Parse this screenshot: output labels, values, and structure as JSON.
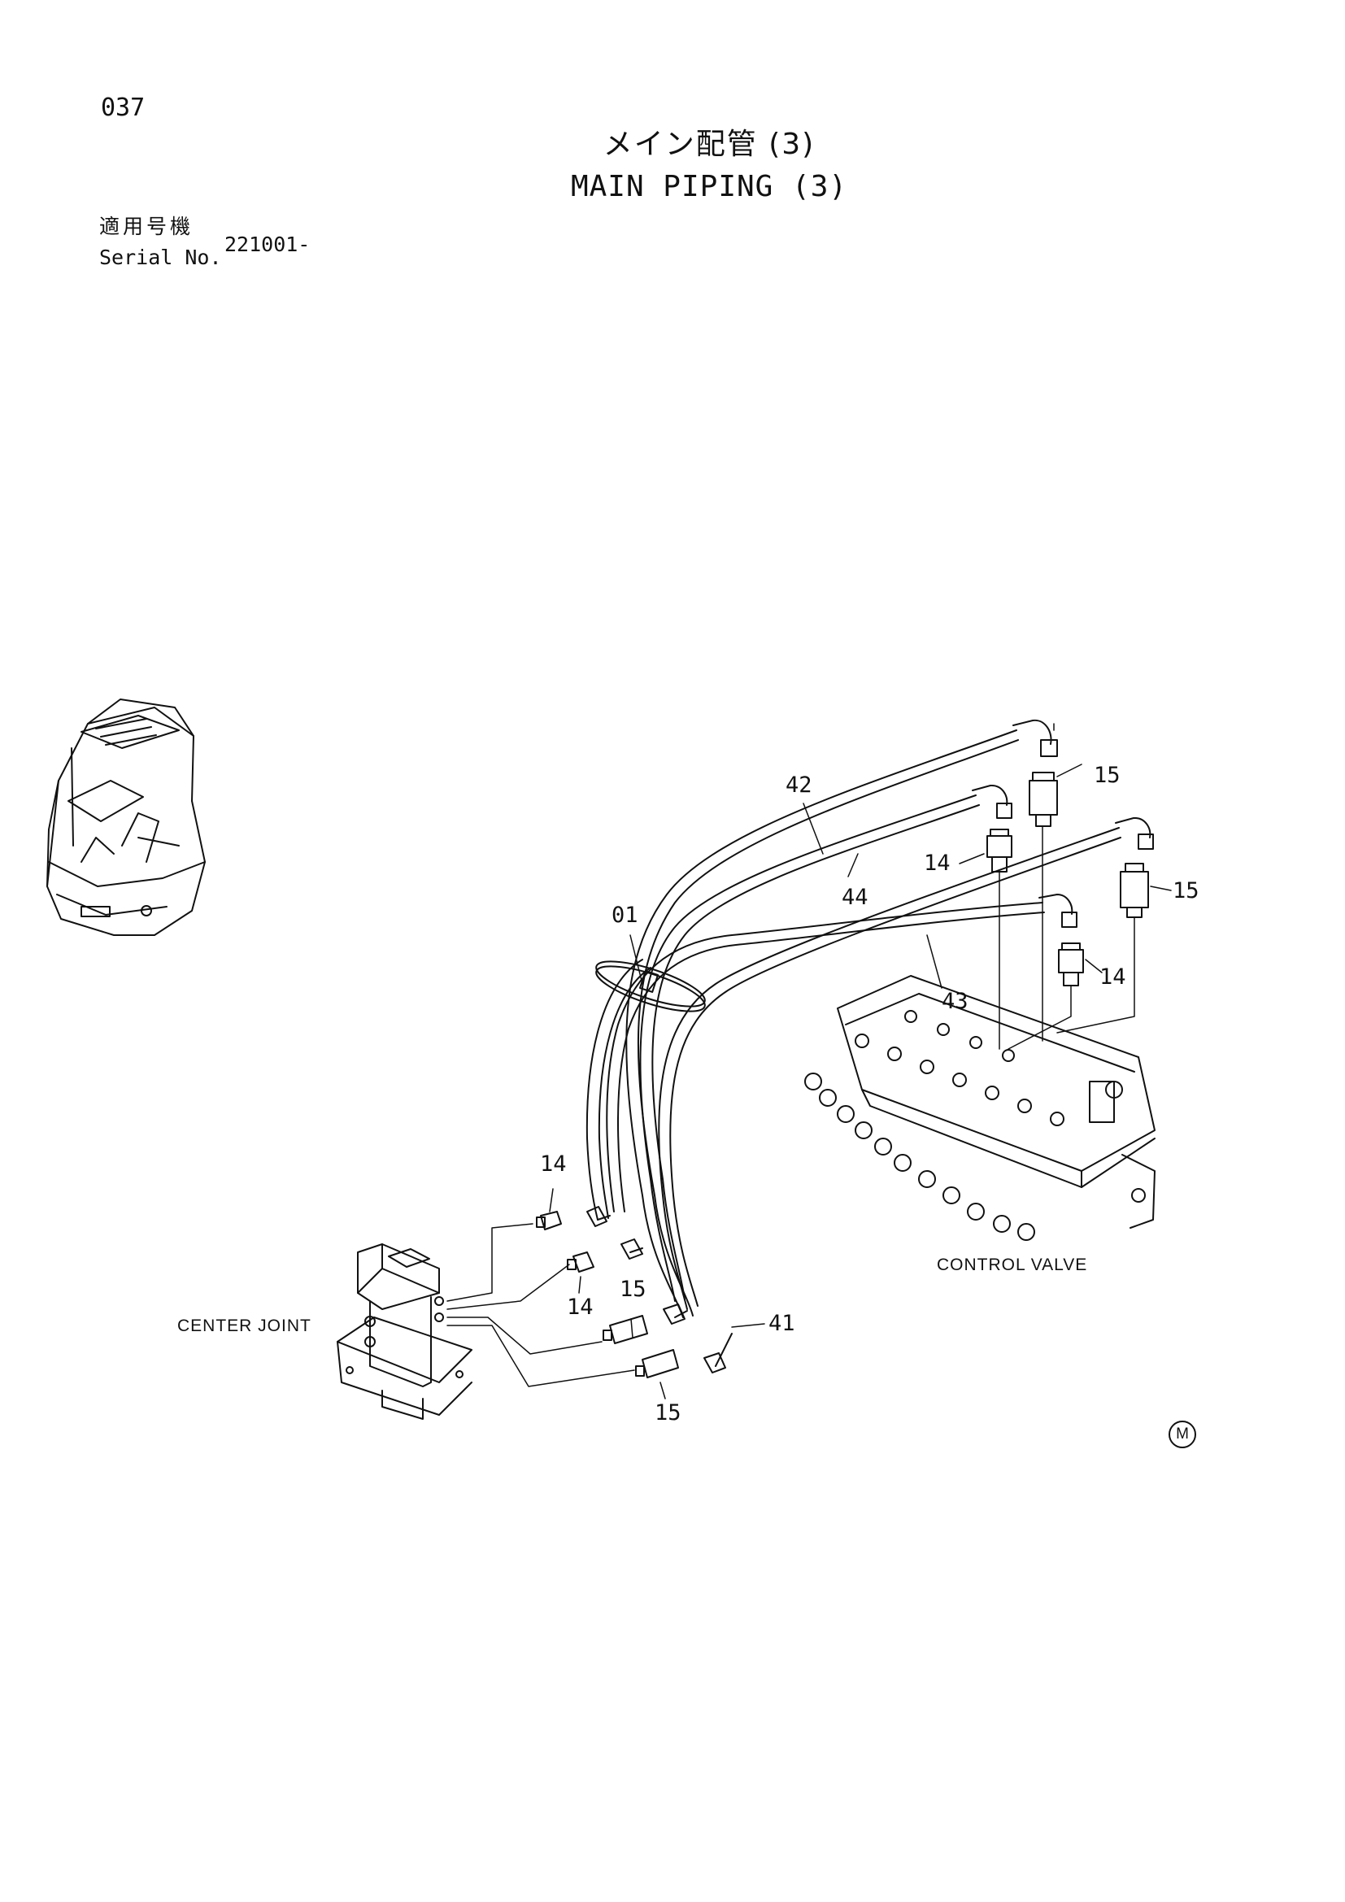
{
  "header": {
    "page_number": "037",
    "title_ja": "メイン配管 (3)",
    "title_en": "MAIN PIPING (3)",
    "serial_label_ja": "適用号機",
    "serial_label_en": "Serial No.",
    "serial_value": "221001-"
  },
  "callouts": {
    "c42": "42",
    "c44": "44",
    "c01": "01",
    "c43": "43",
    "c41": "41",
    "c15_top": "15",
    "c15_right": "15",
    "c15_mid": "15",
    "c15_bottom": "15",
    "c14_topright": "14",
    "c14_right": "14",
    "c14_left_top": "14",
    "c14_left_bottom": "14"
  },
  "labels": {
    "control_valve": "CONTROL VALVE",
    "center_joint": "CENTER JOINT"
  },
  "mark": "M"
}
